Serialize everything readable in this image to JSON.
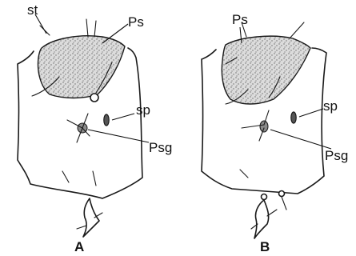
{
  "figure": {
    "panel_a": {
      "letter": "A",
      "labels": {
        "st": "st",
        "ps": "Ps",
        "sp": "sp",
        "psg": "Psg"
      }
    },
    "panel_b": {
      "letter": "B",
      "labels": {
        "ps": "Ps",
        "sp": "sp",
        "psg": "Psg"
      }
    }
  }
}
